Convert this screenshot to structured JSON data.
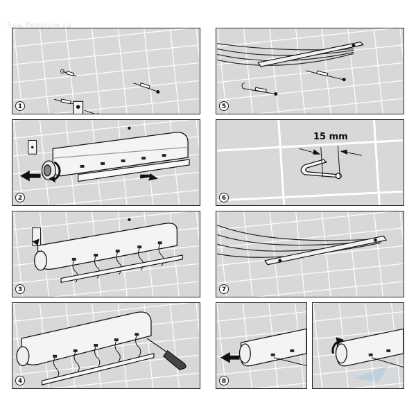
{
  "watermark": "Spa-Pensium.ru",
  "panels": [
    {
      "number": "1"
    },
    {
      "number": "2"
    },
    {
      "number": "3"
    },
    {
      "number": "4"
    },
    {
      "number": "5"
    },
    {
      "number": "6",
      "dimension": "15 mm"
    },
    {
      "number": "7"
    },
    {
      "number": "8"
    },
    {
      "number": ""
    }
  ]
}
